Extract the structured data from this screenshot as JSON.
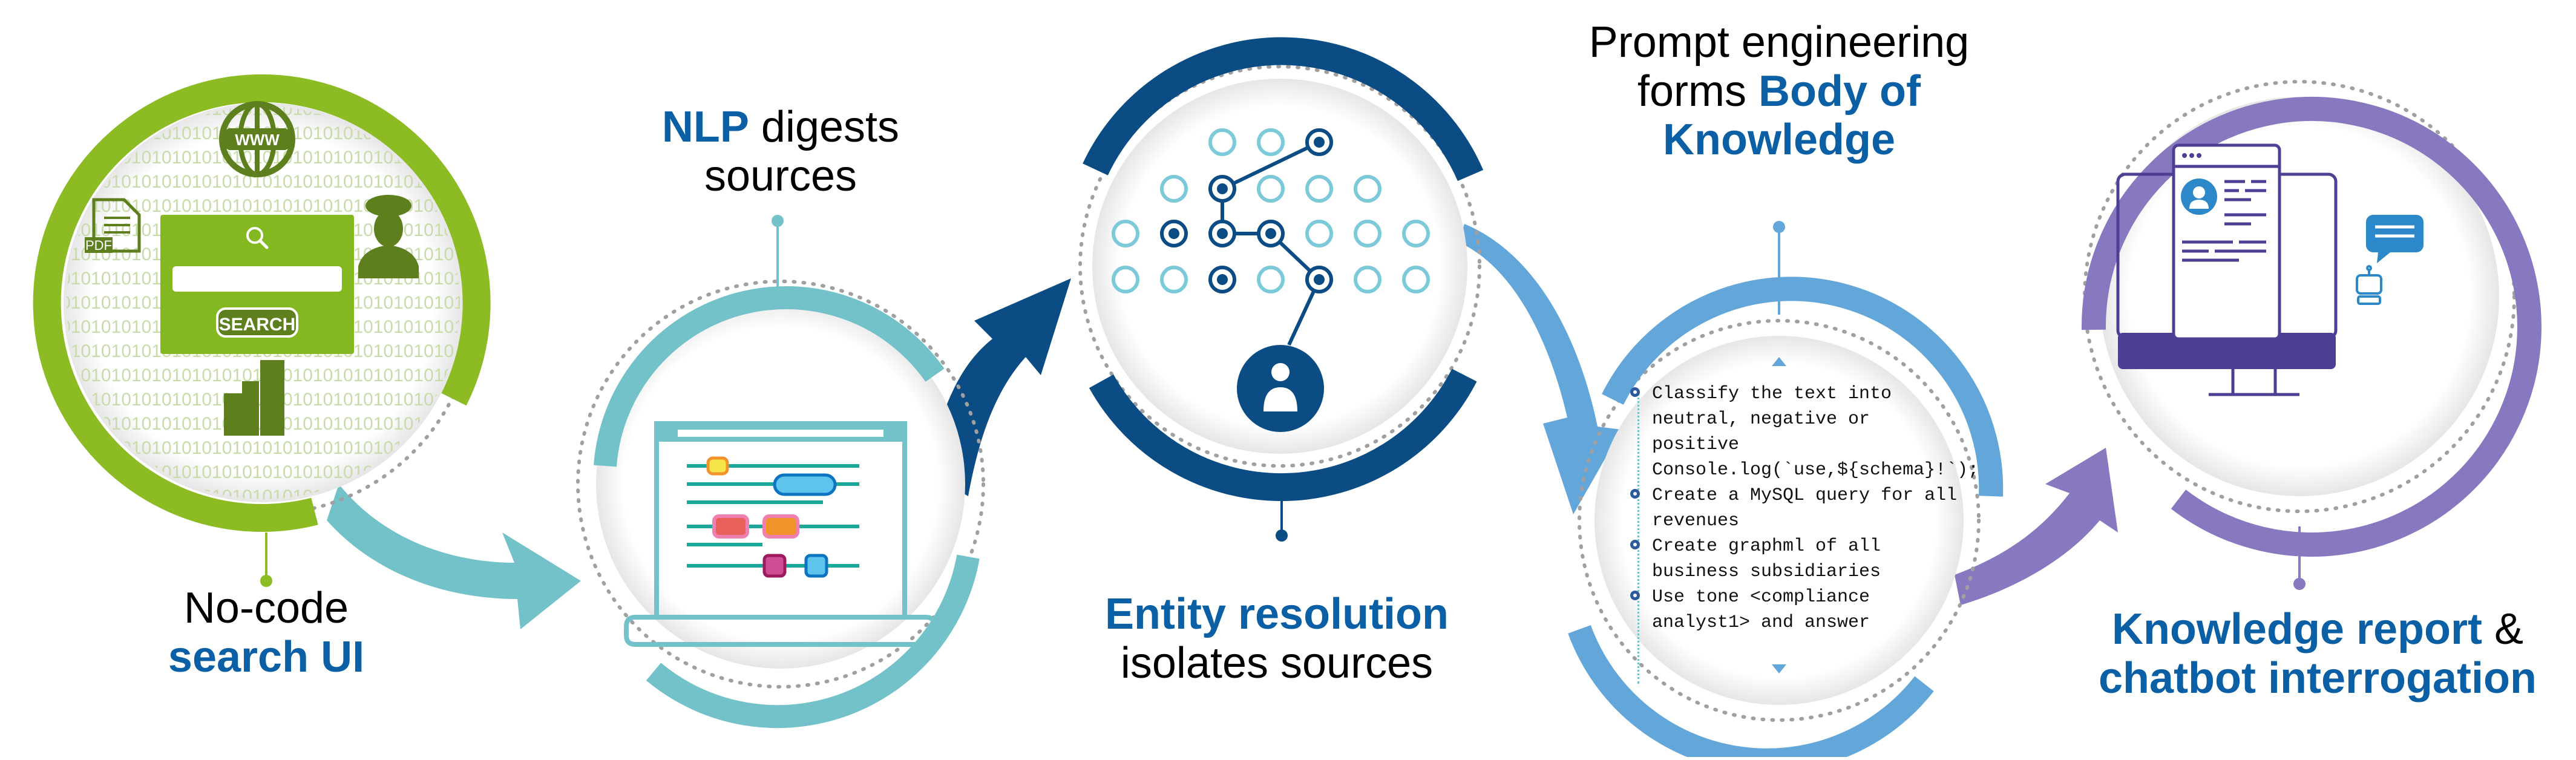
{
  "steps": [
    {
      "id": "search",
      "label_plain": "No-code",
      "label_highlight": "search UI",
      "ring_color": "#8cbb23",
      "icons": [
        "www-globe-icon",
        "search-icon",
        "pdf-document-icon",
        "police-officer-icon",
        "buildings-icon"
      ],
      "search_button_label": "SEARCH",
      "pdf_label": "PDF",
      "www_label": "WWW",
      "binary_text": "0101010101010101010101010101"
    },
    {
      "id": "nlp",
      "label_highlight": "NLP",
      "label_plain_1": " digests",
      "label_plain_2": "sources",
      "ring_color": "#73c2c9",
      "icons": [
        "laptop-annotation-icon"
      ]
    },
    {
      "id": "entity",
      "label_highlight": "Entity resolution",
      "label_plain": "isolates sources",
      "ring_color": "#0b4c85",
      "icons": [
        "node-graph-icon",
        "person-icon"
      ]
    },
    {
      "id": "prompt",
      "label_plain_1": "Prompt engineering",
      "label_plain_2": "forms ",
      "label_highlight_1": "Body of",
      "label_highlight_2": "Knowledge",
      "ring_color": "#63a6d9",
      "prompts": [
        [
          "Classify the text into",
          "neutral, negative or",
          "positive",
          "Console.log(`use,${schema}!`);"
        ],
        [
          "Create a MySQL query for all",
          "revenues"
        ],
        [
          "Create graphml of all",
          "business subsidiaries"
        ],
        [
          "Use tone <compliance",
          "analyst1> and answer"
        ]
      ]
    },
    {
      "id": "report",
      "label_highlight": "Knowledge report",
      "label_plain": " &",
      "label_highlight_2": "chatbot interrogation",
      "ring_color": "#8878c0",
      "icons": [
        "monitor-report-icon",
        "chat-bubble-icon",
        "robot-icon"
      ]
    }
  ],
  "colors": {
    "highlight_text": "#0b5fa5",
    "dotted_gap": "#a0a0a0",
    "nlp_line": "#1aa89a",
    "monitor_dark": "#4f3f94",
    "avatar_blue": "#2d88c9"
  }
}
